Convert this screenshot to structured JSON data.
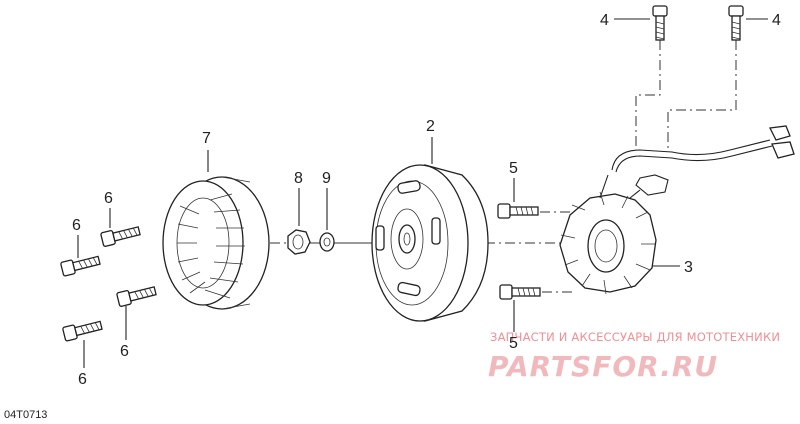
{
  "diagram_code": "04T0713",
  "callouts": {
    "c1": "2",
    "c2": "3",
    "c3": "4",
    "c4": "4",
    "c5": "5",
    "c6": "5",
    "c7": "6",
    "c8": "6",
    "c9": "6",
    "c10": "6",
    "c11": "7",
    "c12": "8",
    "c13": "9"
  },
  "watermark": {
    "tagline": "ЗАПЧАСТИ И АКСЕССУАРЫ ДЛЯ МОТОТЕХНИКИ",
    "brand": "PARTSFOR.RU",
    "color": "#ef8f96"
  }
}
